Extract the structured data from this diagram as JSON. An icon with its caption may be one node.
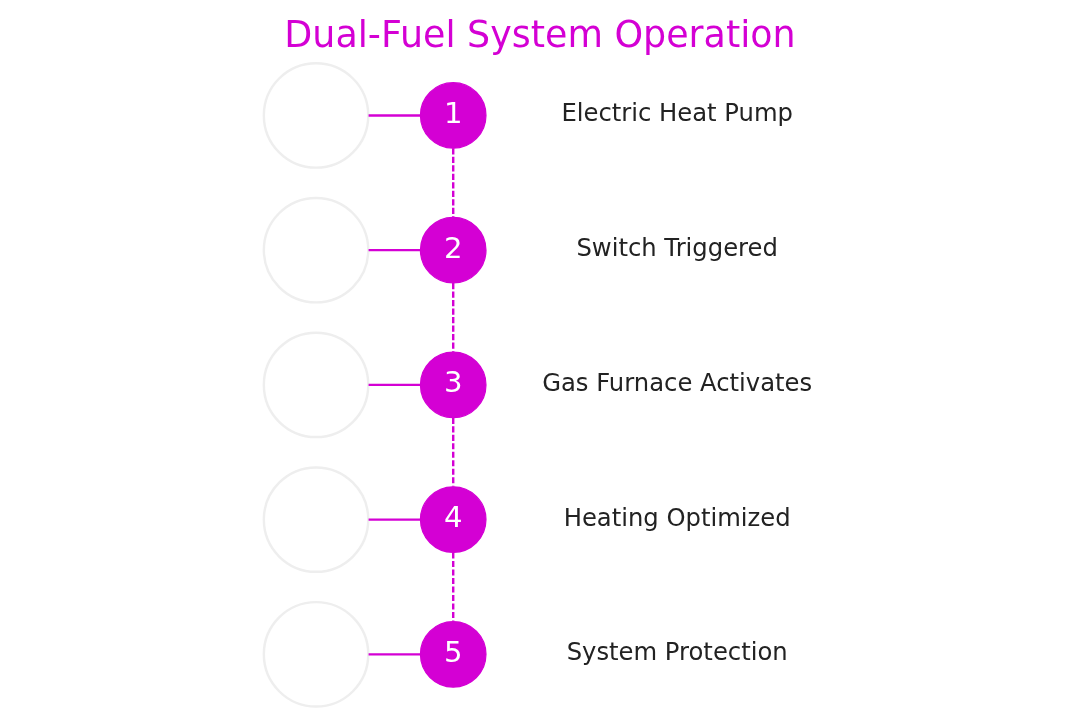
{
  "diagram": {
    "title": "Dual-Fuel System Operation",
    "nodes": [
      {
        "text": [],
        "shape": "circle"
      },
      {
        "text": [
          "1"
        ],
        "beside": [
          "Electric Heat Pump"
        ]
      },
      {
        "text": [],
        "shape": "circle"
      },
      {
        "text": [
          "2"
        ],
        "beside": [
          "Switch Triggered"
        ]
      },
      {
        "text": [],
        "shape": "circle"
      },
      {
        "text": [
          "3"
        ],
        "beside": [
          "Gas Furnace Activates"
        ]
      },
      {
        "text": [],
        "shape": "circle"
      },
      {
        "text": [
          "4"
        ],
        "beside": [
          "Heating Optimized"
        ]
      },
      {
        "text": [],
        "shape": "circle"
      },
      {
        "text": [
          "5"
        ],
        "beside": [
          "System Protection"
        ]
      }
    ],
    "edges": [
      {
        "from": 0,
        "to": 1,
        "arrow": "none"
      },
      {
        "from": 2,
        "to": 3,
        "arrow": "none"
      },
      {
        "from": 4,
        "to": 5,
        "arrow": "none"
      },
      {
        "from": 6,
        "to": 7,
        "arrow": "none"
      },
      {
        "from": 8,
        "to": 9,
        "arrow": "none"
      },
      {
        "from": 1,
        "to": 3,
        "arrow": "none",
        "style": "dashed"
      },
      {
        "from": 3,
        "to": 5,
        "arrow": "none",
        "style": "dashed"
      },
      {
        "from": 5,
        "to": 7,
        "arrow": "none",
        "style": "dashed"
      },
      {
        "from": 7,
        "to": 9,
        "arrow": "none",
        "style": "dashed"
      }
    ]
  }
}
